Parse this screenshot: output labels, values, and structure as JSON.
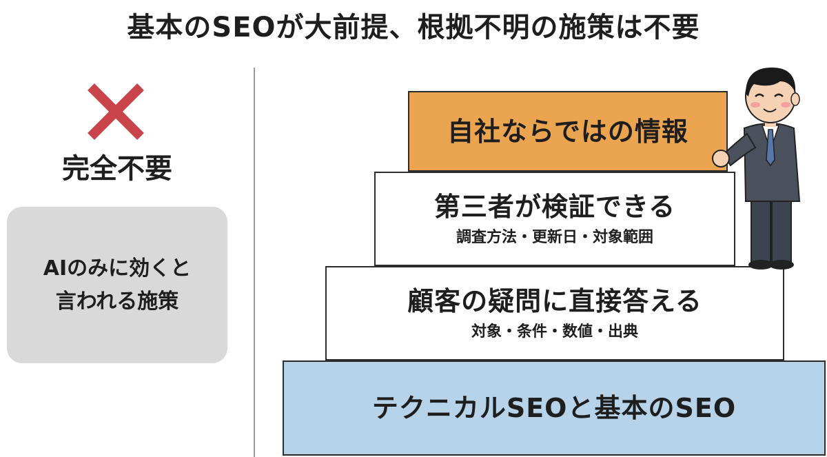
{
  "title": "基本のSEOが大前提、根拠不明の施策は不要",
  "left_panel": {
    "mark_icon": "cross-mark-icon",
    "mark_color": "#c8434a",
    "verdict": "完全不要",
    "box_line1": "AIのみに効くと",
    "box_line2": "言われる施策",
    "box_color": "#d9d9d9"
  },
  "pyramid": {
    "step1": {
      "main": "テクニカルSEOと基本のSEO",
      "color": "#b7d3ea"
    },
    "step2": {
      "main": "顧客の疑問に直接答える",
      "sub": "対象・条件・数値・出典",
      "color": "#ffffff"
    },
    "step3": {
      "main": "第三者が検証できる",
      "sub": "調査方法・更新日・対象範囲",
      "color": "#ffffff"
    },
    "step4": {
      "main": "自社ならではの情報",
      "color": "#eba44f"
    }
  },
  "illustration": {
    "icon": "businessman-illustration"
  }
}
